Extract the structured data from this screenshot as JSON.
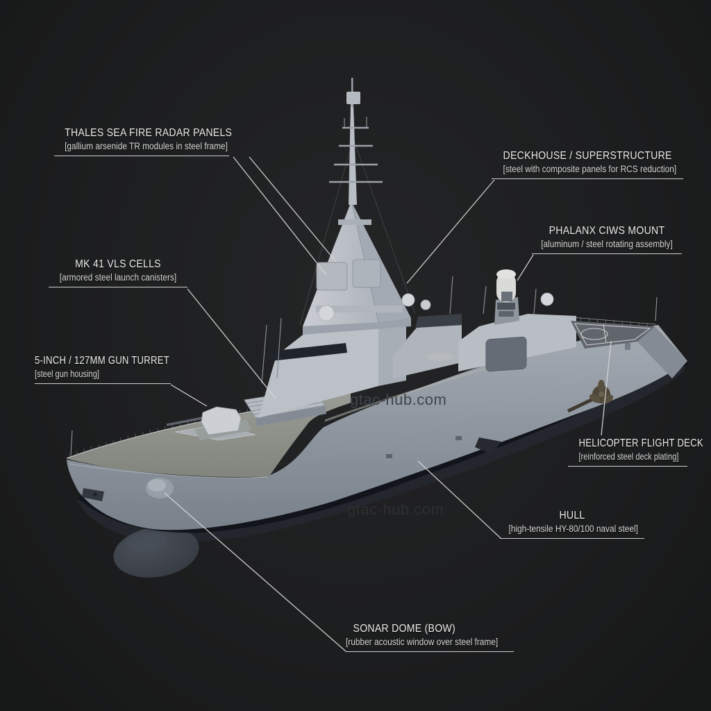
{
  "diagram": {
    "subject": "labeled naval frigate diagram",
    "callouts": [
      {
        "id": "radar-panels",
        "title": "THALES SEA FIRE RADAR PANELS",
        "subtitle": "[gallium arsenide TR modules in steel frame]"
      },
      {
        "id": "deckhouse",
        "title": "DECKHOUSE / SUPERSTRUCTURE",
        "subtitle": "[steel with composite panels for RCS reduction]"
      },
      {
        "id": "phalanx",
        "title": "PHALANX CIWS MOUNT",
        "subtitle": "[aluminum / steel rotating assembly]"
      },
      {
        "id": "vls",
        "title": "MK 41 VLS CELLS",
        "subtitle": "[armored steel launch canisters]"
      },
      {
        "id": "gun-turret",
        "title": "5-INCH / 127MM GUN TURRET",
        "subtitle": "[steel gun housing]"
      },
      {
        "id": "flight-deck",
        "title": "HELICOPTER FLIGHT DECK",
        "subtitle": "[reinforced steel deck plating]"
      },
      {
        "id": "hull",
        "title": "HULL",
        "subtitle": "[high-tensile HY-80/100 naval steel]"
      },
      {
        "id": "sonar-dome",
        "title": "SONAR DOME (BOW)",
        "subtitle": "[rubber acoustic window over steel frame]"
      }
    ]
  },
  "watermarks": [
    {
      "text": "gtac-hub.com"
    },
    {
      "text": "gtac-hub.com"
    }
  ],
  "colors": {
    "background": "#1e1f20",
    "label_text": "#ebebeb",
    "label_subtext": "#d4d4d4",
    "leader_line": "#d6d6d6",
    "watermark_on_hull": "#3f454d",
    "watermark_on_background": "#2e2f30",
    "hull_light": "#9aa1aa",
    "hull_underwater": "#23272d",
    "superstructure": "#c2c6cc",
    "flight_deck": "#61666d",
    "propeller_bronze": "#4d4537"
  }
}
